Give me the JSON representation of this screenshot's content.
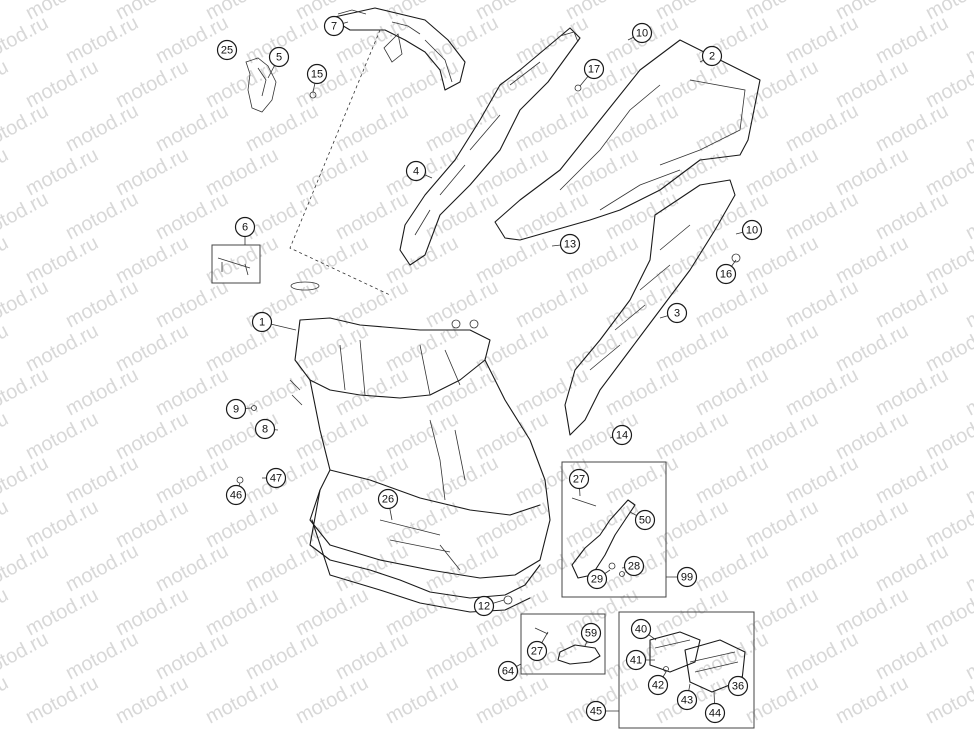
{
  "watermark": {
    "text": "motod.ru"
  },
  "callouts": [
    {
      "id": "c25",
      "label": "25"
    },
    {
      "id": "c5",
      "label": "5"
    },
    {
      "id": "c15",
      "label": "15"
    },
    {
      "id": "c7",
      "label": "7"
    },
    {
      "id": "c10a",
      "label": "10"
    },
    {
      "id": "c2",
      "label": "2"
    },
    {
      "id": "c17",
      "label": "17"
    },
    {
      "id": "c4",
      "label": "4"
    },
    {
      "id": "c6",
      "label": "6"
    },
    {
      "id": "c13",
      "label": "13"
    },
    {
      "id": "c10b",
      "label": "10"
    },
    {
      "id": "c16",
      "label": "16"
    },
    {
      "id": "c1",
      "label": "1"
    },
    {
      "id": "c3",
      "label": "3"
    },
    {
      "id": "c9",
      "label": "9"
    },
    {
      "id": "c8",
      "label": "8"
    },
    {
      "id": "c14",
      "label": "14"
    },
    {
      "id": "c47",
      "label": "47"
    },
    {
      "id": "c46",
      "label": "46"
    },
    {
      "id": "c26",
      "label": "26"
    },
    {
      "id": "c27a",
      "label": "27"
    },
    {
      "id": "c50",
      "label": "50"
    },
    {
      "id": "c28",
      "label": "28"
    },
    {
      "id": "c29",
      "label": "29"
    },
    {
      "id": "c99",
      "label": "99"
    },
    {
      "id": "c12",
      "label": "12"
    },
    {
      "id": "c40",
      "label": "40"
    },
    {
      "id": "c59",
      "label": "59"
    },
    {
      "id": "c27b",
      "label": "27"
    },
    {
      "id": "c41",
      "label": "41"
    },
    {
      "id": "c64",
      "label": "64"
    },
    {
      "id": "c42",
      "label": "42"
    },
    {
      "id": "c43",
      "label": "43"
    },
    {
      "id": "c36",
      "label": "36"
    },
    {
      "id": "c45",
      "label": "45"
    },
    {
      "id": "c44",
      "label": "44"
    }
  ]
}
